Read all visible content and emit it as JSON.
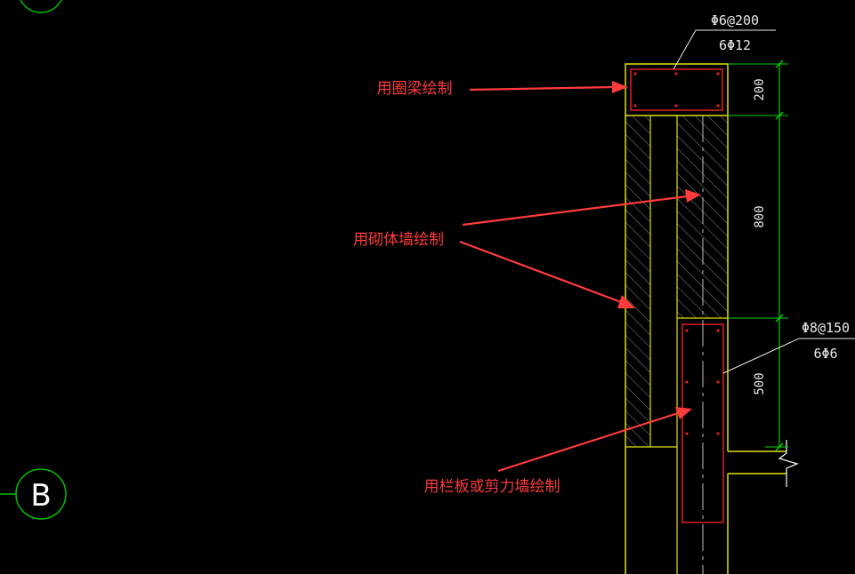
{
  "ring_beam_rebar": {
    "stirrup": "Φ6@200",
    "main": "6Φ12"
  },
  "lower_rebar": {
    "stirrup": "Φ8@150",
    "main": "6Φ6"
  },
  "dimensions": [
    "200",
    "800",
    "500"
  ],
  "notes": {
    "ring_beam": "用圈梁绘制",
    "masonry_wall": "用砌体墙绘制",
    "parapet_shear_wall": "用栏板或剪力墙绘制"
  },
  "grid_axis": {
    "label": "B"
  },
  "colors": {
    "background": "#000000",
    "outline": "#e0e000",
    "rebar": "#e02020",
    "dimension": "#00d000",
    "grid_circle": "#00c000",
    "arrow": "#ff3b3b",
    "text": "#e8e8e8"
  }
}
